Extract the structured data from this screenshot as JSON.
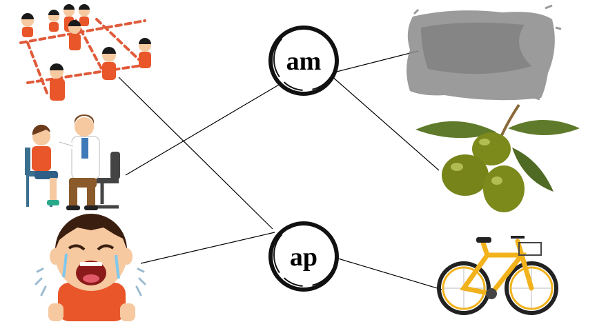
{
  "nodes": [
    {
      "id": "am",
      "label": "am"
    },
    {
      "id": "ap",
      "label": "ap"
    }
  ],
  "pictures": {
    "left": [
      {
        "id": "children-game",
        "icon": "children-hopscotch-icon"
      },
      {
        "id": "doctor-exam",
        "icon": "doctor-exam-icon"
      },
      {
        "id": "crying-boy",
        "icon": "crying-boy-icon"
      }
    ],
    "right": [
      {
        "id": "paint-smudge",
        "icon": "gray-paint-smudge-icon"
      },
      {
        "id": "olives",
        "icon": "olives-icon"
      },
      {
        "id": "bicycle",
        "icon": "bicycle-icon"
      }
    ]
  },
  "connections": [
    {
      "from": "children-game",
      "to": "ap"
    },
    {
      "from": "doctor-exam",
      "to": "am"
    },
    {
      "from": "crying-boy",
      "to": "ap"
    },
    {
      "from": "am",
      "to": "paint-smudge"
    },
    {
      "from": "am",
      "to": "olives"
    },
    {
      "from": "ap",
      "to": "bicycle"
    }
  ],
  "colors": {
    "line": "#000000",
    "ring": "#111111",
    "shirt": "#e8562a",
    "skin": "#f6c9a0",
    "olive": "#7c8a1c",
    "leaf": "#5f7a2a",
    "bike": "#f2b21b",
    "smudge": "#8a8a8a"
  }
}
